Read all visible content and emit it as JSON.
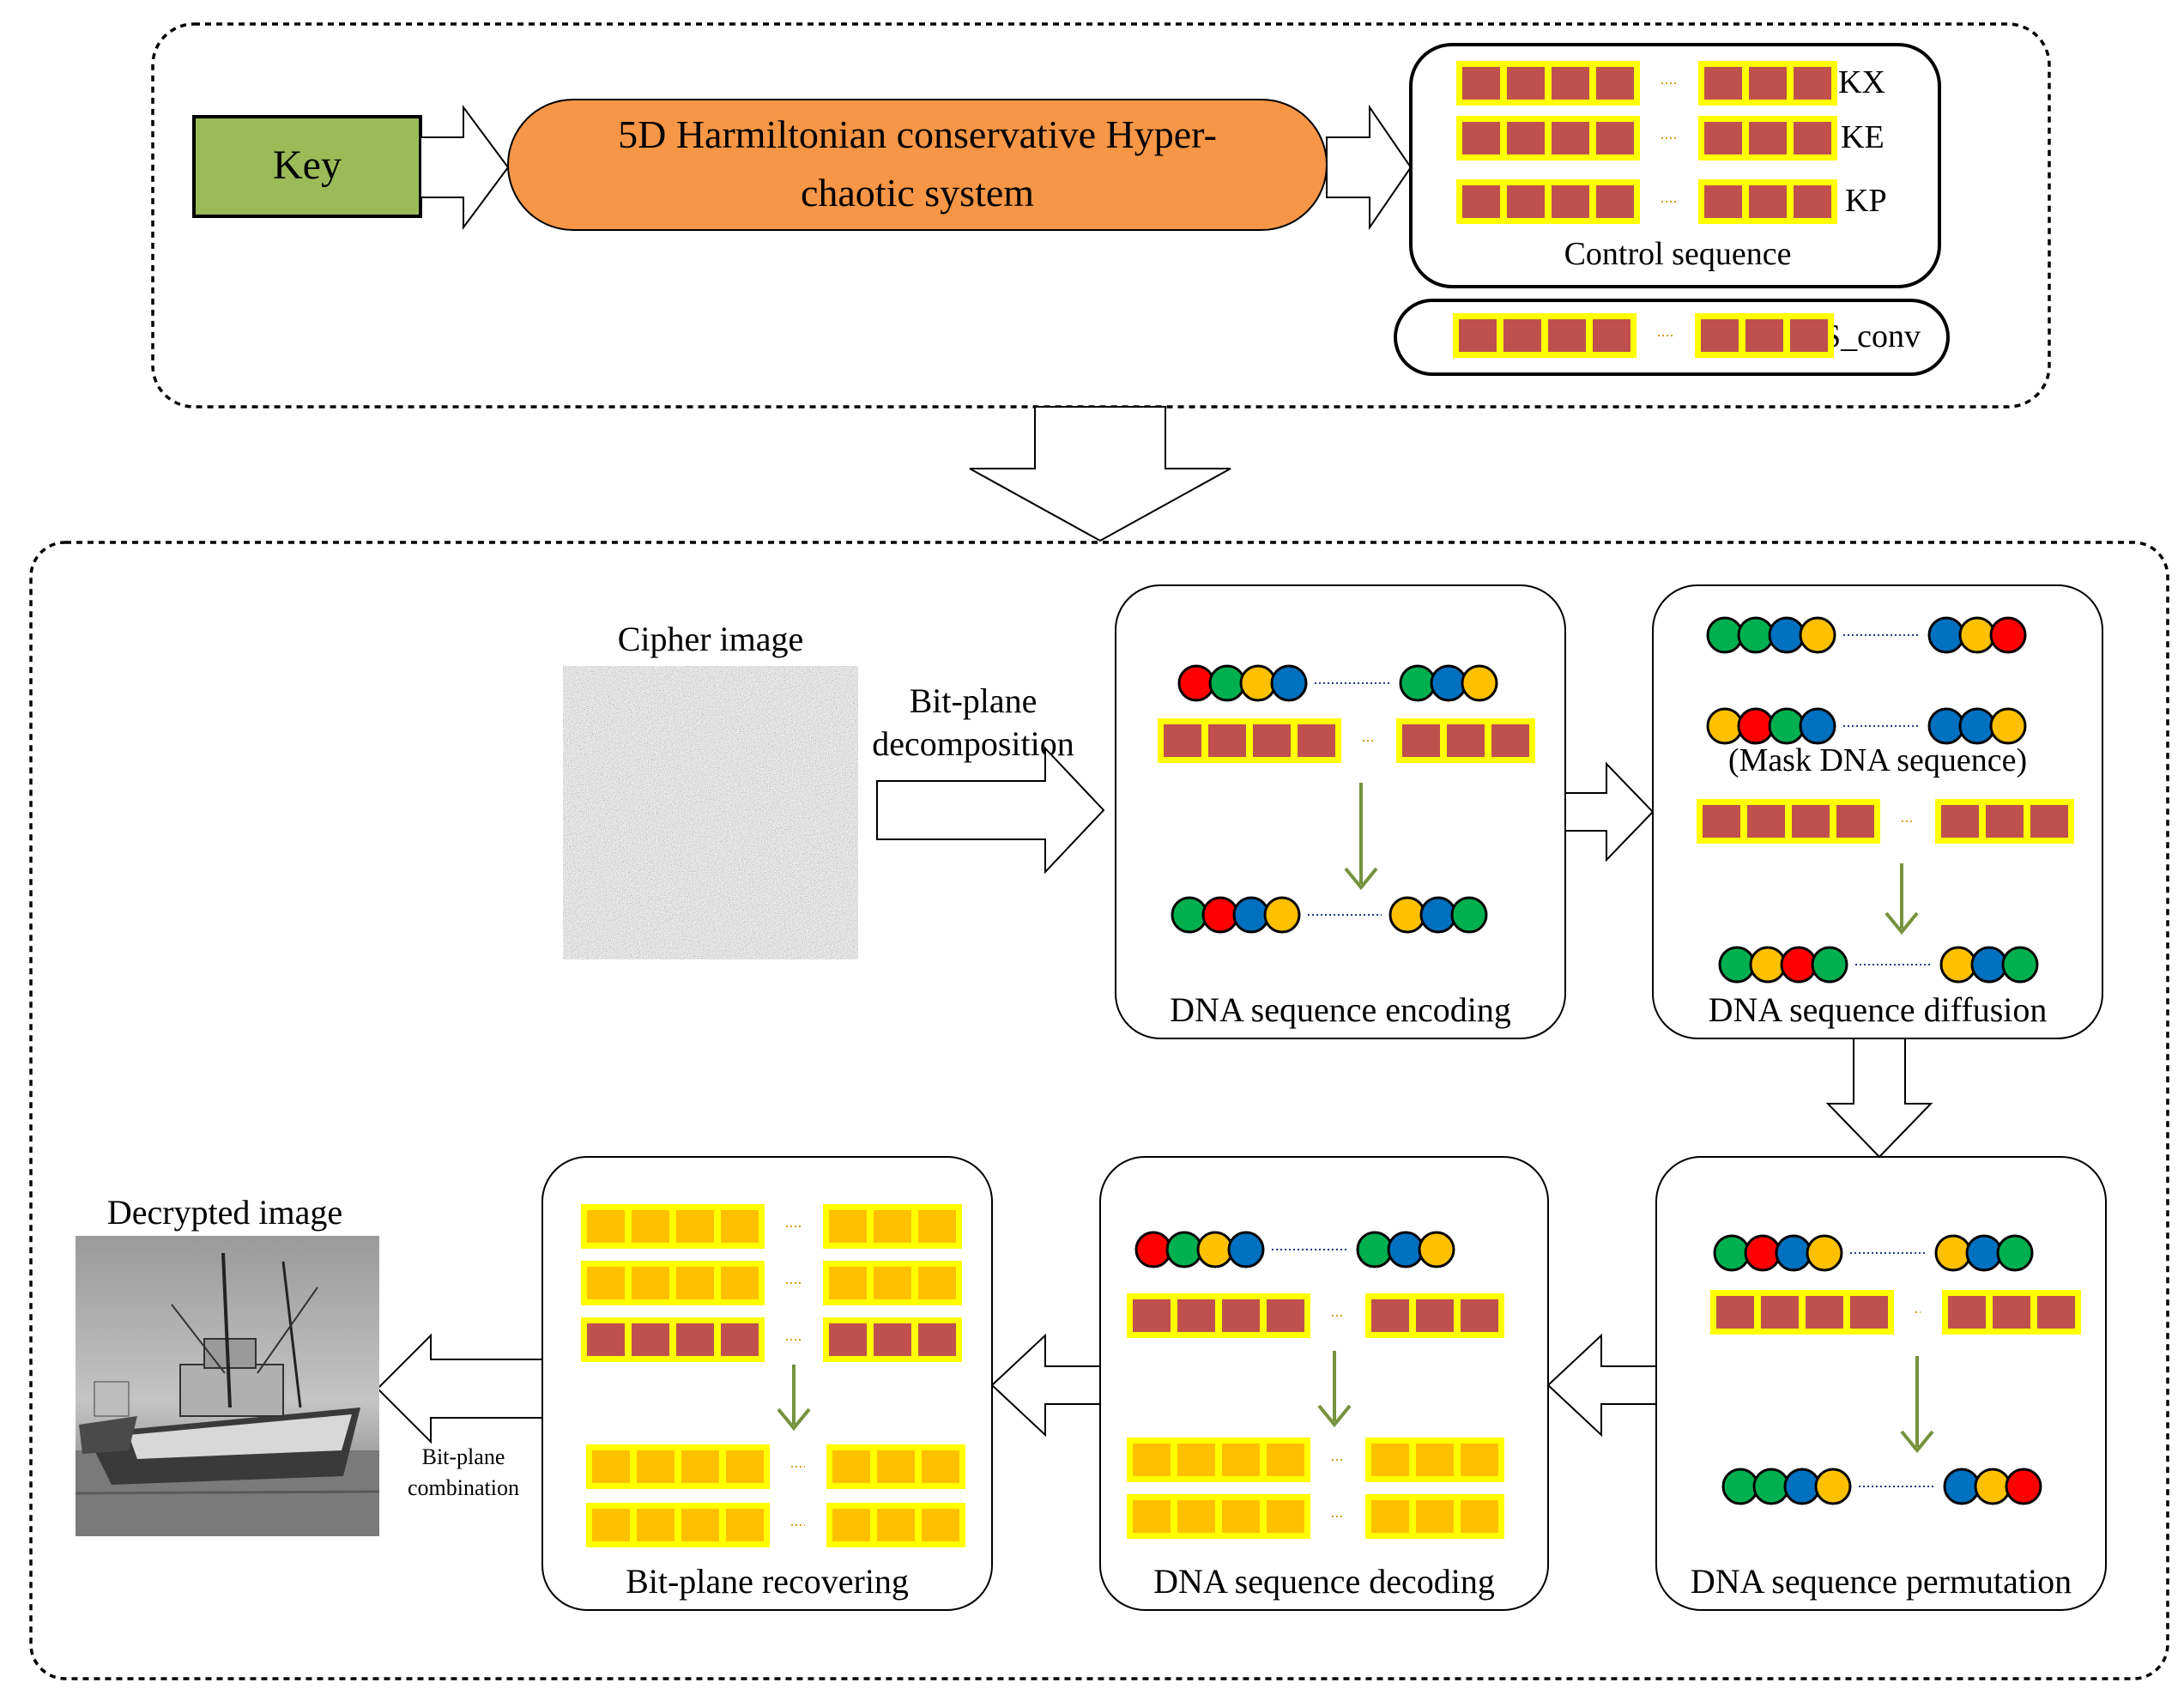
{
  "top_section": {
    "key_label": "Key",
    "system_line1": "5D Harmiltonian conservative Hyper-",
    "system_line2": "chaotic system",
    "control_rows": [
      "KX",
      "KE",
      "KP"
    ],
    "control_caption": "Control sequence",
    "sconv_label": "S_conv"
  },
  "cipher": {
    "title": "Cipher image",
    "arrow_label_line1": "Bit-plane",
    "arrow_label_line2": "decomposition"
  },
  "encoding": {
    "caption": "DNA sequence encoding",
    "top_left": [
      "red",
      "green",
      "yellow",
      "blue"
    ],
    "top_right": [
      "green",
      "blue",
      "yellow"
    ],
    "bottom_left": [
      "green",
      "red",
      "blue",
      "yellow"
    ],
    "bottom_right": [
      "yellow",
      "blue",
      "green"
    ]
  },
  "diffusion": {
    "caption": "DNA sequence diffusion",
    "mask_label": "(Mask DNA sequence)",
    "row1_left": [
      "green",
      "green",
      "blue",
      "yellow"
    ],
    "row1_right": [
      "blue",
      "yellow",
      "red"
    ],
    "row2_left": [
      "yellow",
      "red",
      "green",
      "blue"
    ],
    "row2_right": [
      "blue",
      "blue",
      "yellow"
    ],
    "bottom_left": [
      "green",
      "yellow",
      "red",
      "green"
    ],
    "bottom_right": [
      "yellow",
      "blue",
      "green"
    ]
  },
  "permutation": {
    "caption": "DNA sequence permutation",
    "top_left": [
      "green",
      "red",
      "blue",
      "yellow"
    ],
    "top_right": [
      "yellow",
      "blue",
      "green"
    ],
    "bottom_left": [
      "green",
      "green",
      "blue",
      "yellow"
    ],
    "bottom_right": [
      "blue",
      "yellow",
      "red"
    ]
  },
  "decoding": {
    "caption": "DNA sequence decoding",
    "top_left": [
      "red",
      "green",
      "yellow",
      "blue"
    ],
    "top_right": [
      "green",
      "blue",
      "yellow"
    ]
  },
  "recovering": {
    "caption": "Bit-plane recovering",
    "arrow_label_line1": "Bit-plane",
    "arrow_label_line2": "combination"
  },
  "decrypted": {
    "title": "Decrypted image"
  },
  "colors": {
    "key_fill": "#9bbb59",
    "system_fill": "#f79646",
    "block_fill": "#c0504d",
    "block_border": "#ffff00",
    "gold_fill": "#ffc000",
    "arrow_green": "#76923c",
    "dna_red": "#ff0000",
    "dna_green": "#00b050",
    "dna_blue": "#0070c0",
    "dna_yellow": "#ffc000"
  }
}
